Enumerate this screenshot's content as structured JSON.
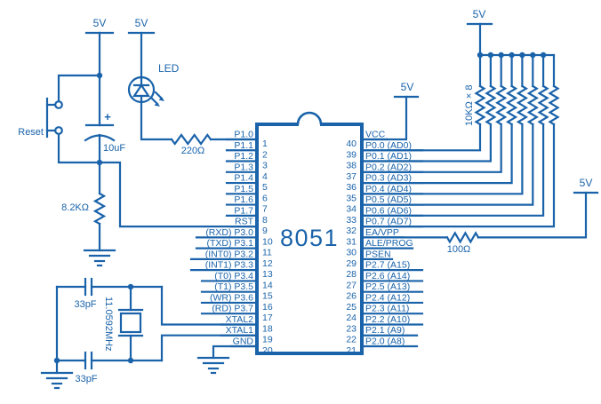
{
  "diagram": {
    "colors": {
      "ink": "#1a63aa",
      "background": "#ffffff"
    },
    "power": {
      "reset_rail": "5V",
      "led_rail": "5V",
      "vcc_rail": "5V",
      "pullup_rail": "5V",
      "ea_rail": "5V"
    },
    "reset": {
      "button_label": "Reset",
      "capacitor_value": "10uF",
      "capacitor_polarity": "+",
      "resistor_value": "8.2KΩ"
    },
    "led": {
      "label": "LED",
      "resistor_value": "220Ω"
    },
    "oscillator": {
      "cap_top_value": "33pF",
      "cap_bottom_value": "33pF",
      "crystal_value": "11.0592MHz"
    },
    "pullups": {
      "label": "10KΩ × 8"
    },
    "ea_circuit": {
      "resistor_value": "100Ω"
    },
    "chip": {
      "name": "8051",
      "left_pins": [
        {
          "num": "1",
          "label": "P1.0"
        },
        {
          "num": "2",
          "label": "P1.1"
        },
        {
          "num": "3",
          "label": "P1.2"
        },
        {
          "num": "4",
          "label": "P1.3"
        },
        {
          "num": "5",
          "label": "P1.4"
        },
        {
          "num": "6",
          "label": "P1.5"
        },
        {
          "num": "7",
          "label": "P1.6"
        },
        {
          "num": "8",
          "label": "P1.7"
        },
        {
          "num": "9",
          "label": "RST"
        },
        {
          "num": "10",
          "label": "(RXD) P3.0"
        },
        {
          "num": "11",
          "label": "(TXD) P3.1"
        },
        {
          "num": "12",
          "label": "(INT0) P3.2"
        },
        {
          "num": "13",
          "label": "(INT1) P3.3"
        },
        {
          "num": "14",
          "label": "(T0) P3.4"
        },
        {
          "num": "15",
          "label": "(T1) P3.5"
        },
        {
          "num": "16",
          "label": "(WR) P3.6"
        },
        {
          "num": "17",
          "label": "(RD) P3.7"
        },
        {
          "num": "18",
          "label": "XTAL2"
        },
        {
          "num": "19",
          "label": "XTAL1"
        },
        {
          "num": "20",
          "label": "GND"
        }
      ],
      "right_pins": [
        {
          "num": "40",
          "label": "VCC"
        },
        {
          "num": "39",
          "label": "P0.0 (AD0)"
        },
        {
          "num": "38",
          "label": "P0.1 (AD1)"
        },
        {
          "num": "37",
          "label": "P0.2 (AD2)"
        },
        {
          "num": "36",
          "label": "P0.3 (AD3)"
        },
        {
          "num": "35",
          "label": "P0.4 (AD4)"
        },
        {
          "num": "34",
          "label": "P0.5 (AD5)"
        },
        {
          "num": "33",
          "label": "P0.6 (AD6)"
        },
        {
          "num": "32",
          "label": "P0.7 (AD7)"
        },
        {
          "num": "31",
          "label": "EA/VPP"
        },
        {
          "num": "30",
          "label": "ALE/PROG"
        },
        {
          "num": "29",
          "label": "PSEN"
        },
        {
          "num": "28",
          "label": "P2.7 (A15)"
        },
        {
          "num": "27",
          "label": "P2.6 (A14)"
        },
        {
          "num": "26",
          "label": "P2.5 (A13)"
        },
        {
          "num": "25",
          "label": "P2.4 (A12)"
        },
        {
          "num": "24",
          "label": "P2.3 (A11)"
        },
        {
          "num": "23",
          "label": "P2.2 (A10)"
        },
        {
          "num": "22",
          "label": "P2.1 (A9)"
        },
        {
          "num": "21",
          "label": "P2.0 (A8)"
        }
      ]
    }
  }
}
